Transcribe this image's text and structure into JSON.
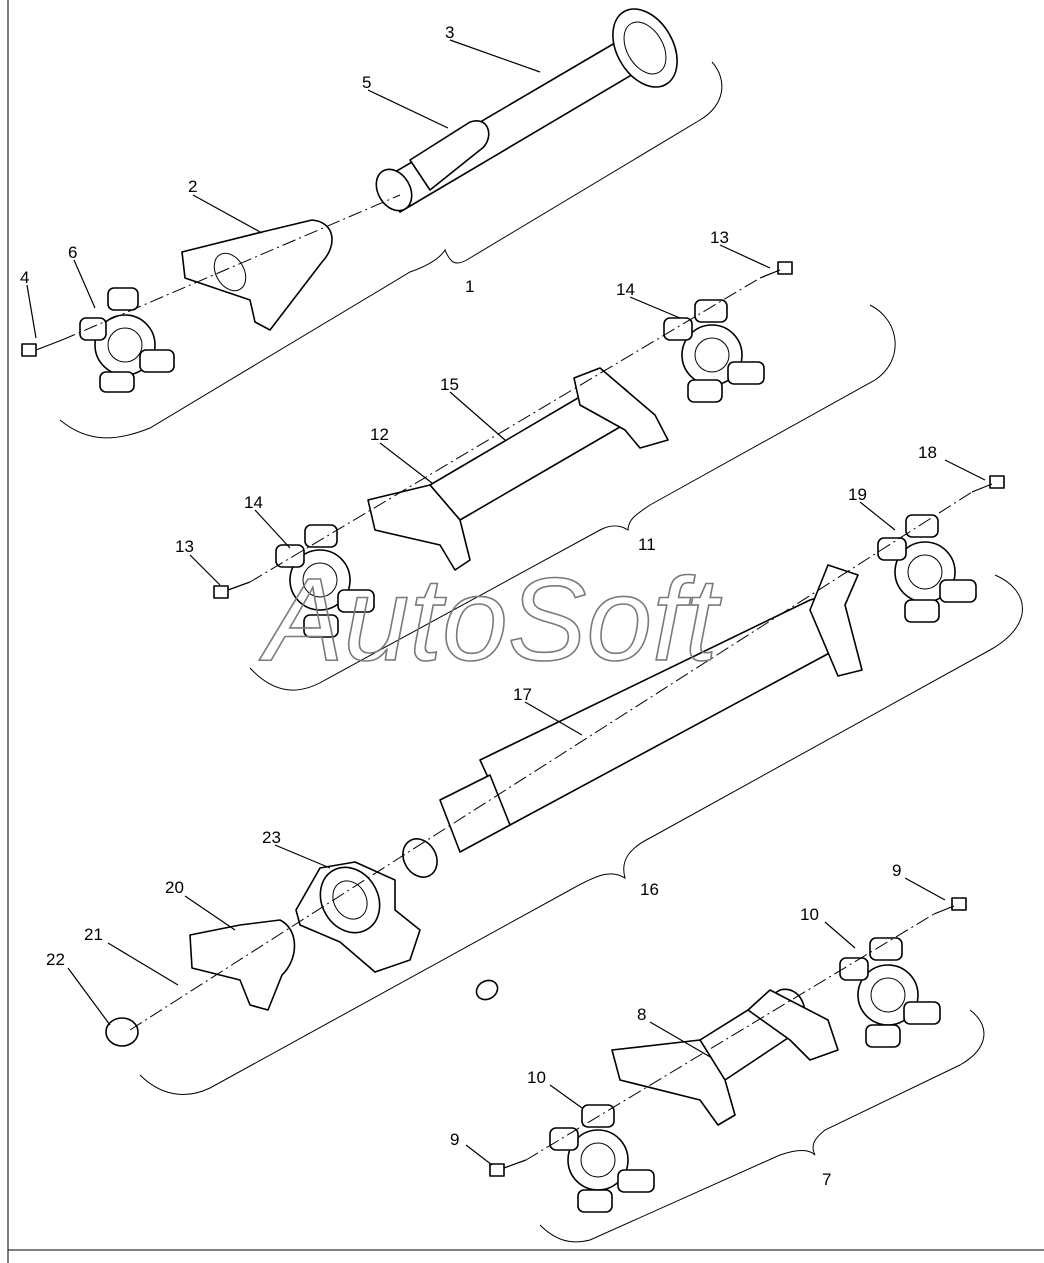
{
  "watermark": "AutoSoft",
  "callouts": [
    "1",
    "2",
    "3",
    "4",
    "5",
    "6",
    "7",
    "8",
    "9",
    "9",
    "10",
    "10",
    "11",
    "12",
    "13",
    "13",
    "14",
    "14",
    "15",
    "16",
    "17",
    "18",
    "19",
    "20",
    "21",
    "22",
    "23"
  ]
}
